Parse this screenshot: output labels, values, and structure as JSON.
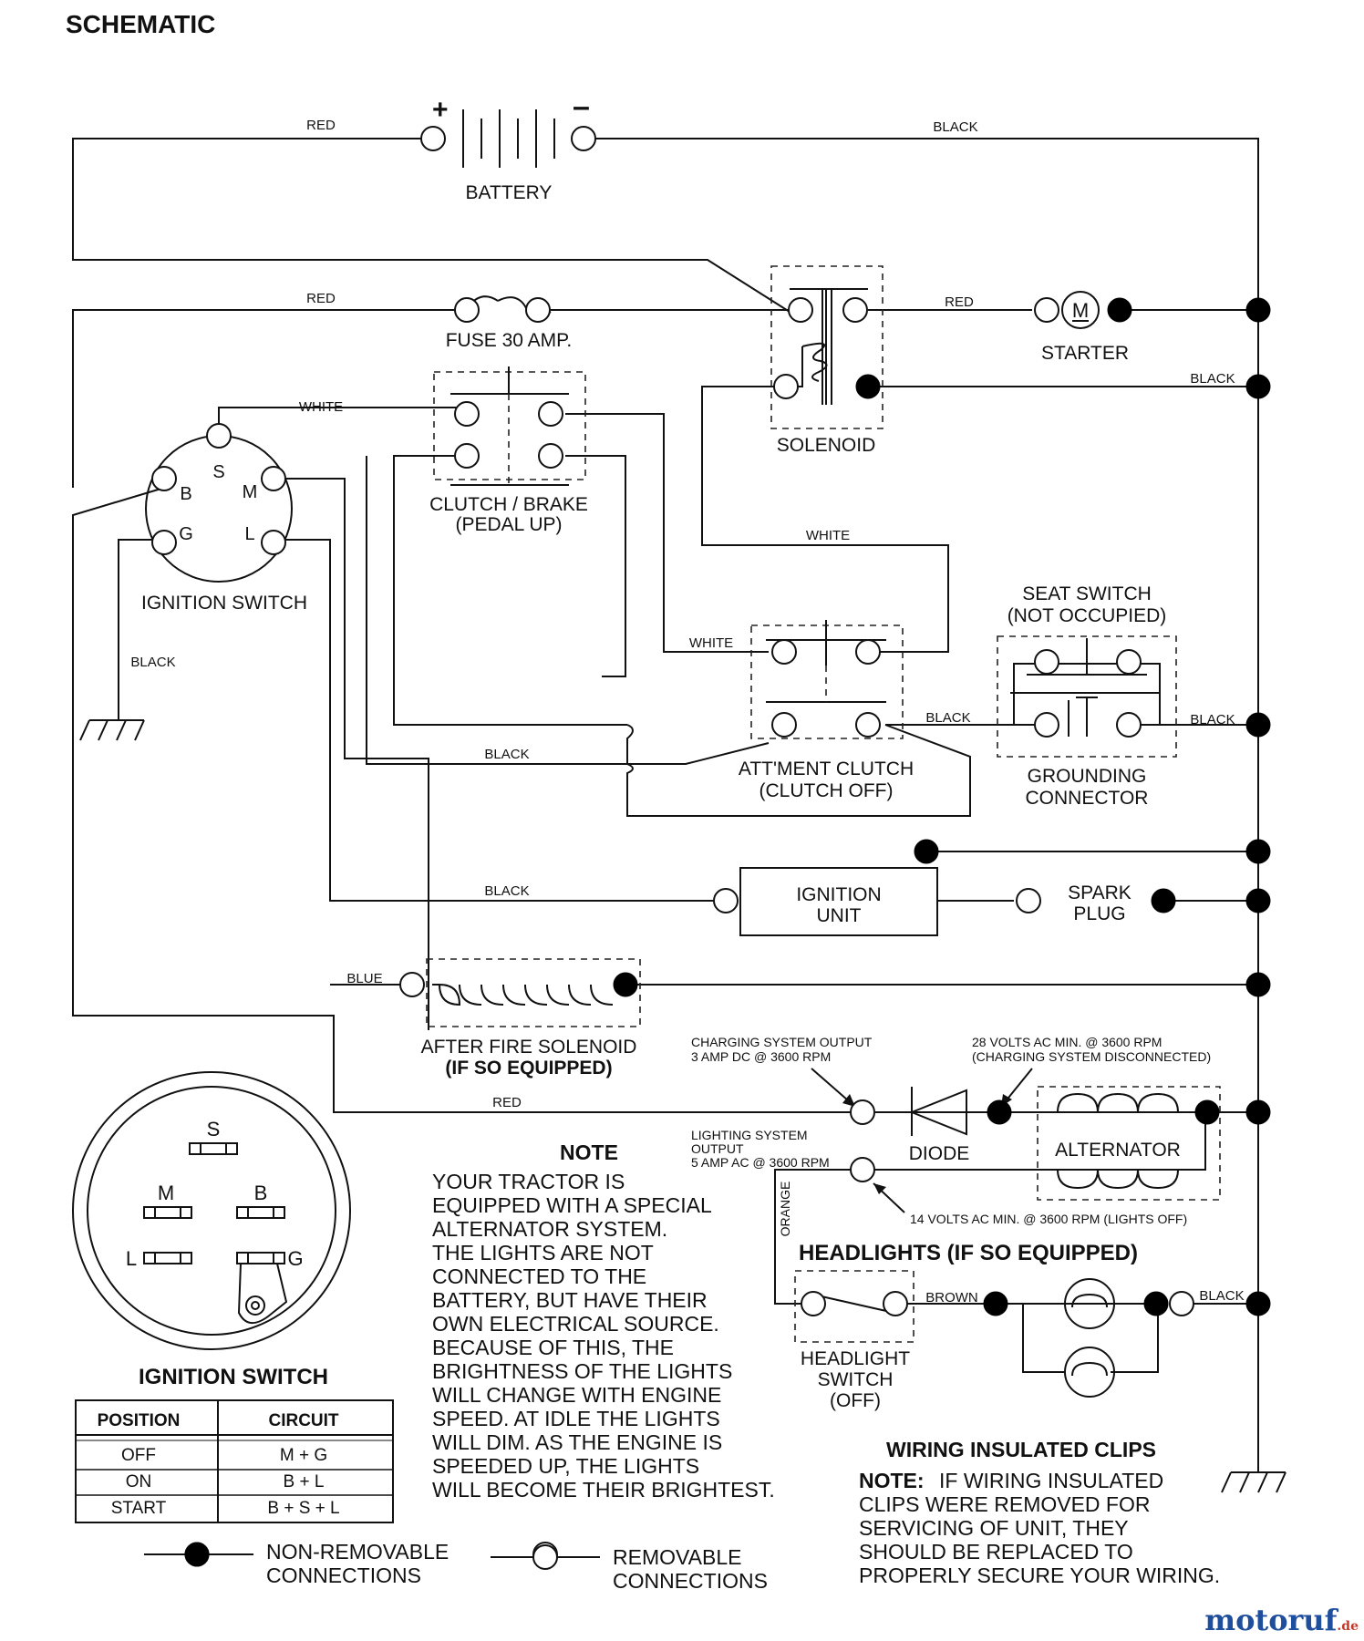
{
  "title": "SCHEMATIC",
  "wire_labels": {
    "red_top": "RED",
    "black_top": "BLACK",
    "red_fuse": "RED",
    "red_starter": "RED",
    "black_solenoid": "BLACK",
    "white_ign": "WHITE",
    "white_att": "WHITE",
    "white_seat": "WHITE",
    "black_ground": "BLACK",
    "black_att_mid": "BLACK",
    "black_seat_l": "BLACK",
    "black_seat_r": "BLACK",
    "black_ign_unit": "BLACK",
    "blue": "BLUE",
    "red_bottom": "RED",
    "orange": "ORANGE",
    "brown": "BROWN",
    "black_lights": "BLACK"
  },
  "components": {
    "battery": "BATTERY",
    "battery_plus": "+",
    "battery_minus": "–",
    "fuse": "FUSE 30 AMP.",
    "solenoid": "SOLENOID",
    "starter": "STARTER",
    "starter_m": "M",
    "clutch_brake_1": "CLUTCH / BRAKE",
    "clutch_brake_2": "(PEDAL UP)",
    "ignition_switch": "IGNITION SWITCH",
    "seat_switch_1": "SEAT SWITCH",
    "seat_switch_2": "(NOT OCCUPIED)",
    "att_clutch_1": "ATT'MENT CLUTCH",
    "att_clutch_2": "(CLUTCH OFF)",
    "grounding_1": "GROUNDING",
    "grounding_2": "CONNECTOR",
    "ignition_unit_1": "IGNITION",
    "ignition_unit_2": "UNIT",
    "spark_plug_1": "SPARK",
    "spark_plug_2": "PLUG",
    "after_fire_1": "AFTER FIRE SOLENOID",
    "after_fire_2": "(IF SO EQUIPPED)",
    "diode": "DIODE",
    "alternator": "ALTERNATOR",
    "headlights": "HEADLIGHTS (IF SO EQUIPPED)",
    "headlight_switch_1": "HEADLIGHT",
    "headlight_switch_2": "SWITCH",
    "headlight_switch_3": "(OFF)"
  },
  "ignition_terminals": {
    "s": "S",
    "b": "B",
    "m": "M",
    "g": "G",
    "l": "L"
  },
  "annotations": {
    "charging_1": "CHARGING SYSTEM OUTPUT",
    "charging_2": "3 AMP DC @ 3600 RPM",
    "volts28_1": "28 VOLTS AC MIN. @ 3600 RPM",
    "volts28_2": "(CHARGING SYSTEM DISCONNECTED)",
    "lighting_1": "LIGHTING SYSTEM",
    "lighting_2": "OUTPUT",
    "lighting_3": "5 AMP AC @ 3600 RPM",
    "volts14": "14 VOLTS AC MIN. @ 3600 RPM (LIGHTS OFF)"
  },
  "note": {
    "heading": "NOTE",
    "lines": [
      "YOUR TRACTOR IS",
      "EQUIPPED WITH A SPECIAL",
      "ALTERNATOR SYSTEM.",
      "THE LIGHTS ARE NOT",
      "CONNECTED TO THE",
      "BATTERY, BUT HAVE THEIR",
      "OWN ELECTRICAL SOURCE.",
      "BECAUSE OF THIS, THE",
      "BRIGHTNESS OF THE LIGHTS",
      "WILL CHANGE WITH ENGINE",
      "SPEED.  AT IDLE THE LIGHTS",
      "WILL DIM.  AS THE ENGINE IS",
      "SPEEDED UP, THE LIGHTS",
      "WILL BECOME THEIR BRIGHTEST."
    ]
  },
  "ignition_table": {
    "title": "IGNITION SWITCH",
    "headers": [
      "POSITION",
      "CIRCUIT"
    ],
    "rows": [
      [
        "OFF",
        "M + G"
      ],
      [
        "ON",
        "B + L"
      ],
      [
        "START",
        "B + S + L"
      ]
    ]
  },
  "legend": {
    "non_removable_1": "NON-REMOVABLE",
    "non_removable_2": "CONNECTIONS",
    "removable_1": "REMOVABLE",
    "removable_2": "CONNECTIONS"
  },
  "clips": {
    "heading": "WIRING INSULATED CLIPS",
    "note_label": "NOTE:",
    "lines": [
      "IF WIRING INSULATED",
      "CLIPS WERE REMOVED FOR",
      "SERVICING OF UNIT, THEY",
      "SHOULD BE REPLACED TO",
      "PROPERLY SECURE YOUR WIRING."
    ]
  },
  "watermark": {
    "main": "motoruf",
    "tld": ".de"
  }
}
